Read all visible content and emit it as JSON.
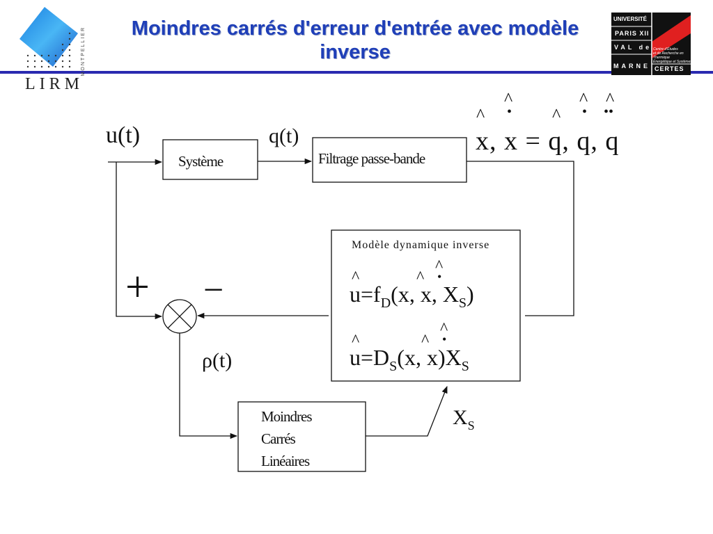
{
  "slide": {
    "title": "Moindres carrés d'erreur d'entrée avec modèle inverse"
  },
  "logos": {
    "lirm": {
      "name": "LIRM",
      "subtitle": "MONTPELLIER"
    },
    "university": {
      "lines": [
        "UNIVERSITÉ",
        "PARIS XII",
        "VAL de",
        "MARNE"
      ],
      "certes": "CERTES",
      "center_lines": [
        "Centre d'Études",
        "et de Recherche en Thermique",
        "Énergétique et Systèmes"
      ]
    }
  },
  "diagram": {
    "signals": {
      "input": "u(t)",
      "system_output": "q(t)",
      "estimates": "x, x = q, q, q",
      "error": "ρ(t)",
      "parameters": "X",
      "parameters_sub": "S"
    },
    "blocks": {
      "systeme": "Système",
      "filtrage": "Filtrage passe-bande",
      "modele_title": "Modèle dynamique inverse",
      "moindres": [
        "Moindres",
        "Carrés",
        "Linéaires"
      ]
    },
    "equations": {
      "eq1": {
        "lhs": "u",
        "eq": "=",
        "f": "f",
        "f_sub": "D",
        "args": "(x, x, X",
        "x_sub": "S",
        "close": ")"
      },
      "eq2": {
        "lhs": "u",
        "eq": "=",
        "f": "D",
        "f_sub": "S",
        "args": "(x, x)X",
        "x_sub": "S"
      }
    },
    "summing_junction": {
      "plus": "+",
      "minus": "−"
    }
  },
  "colors": {
    "title": "#1f3fb8",
    "rule": "#2a2ab0",
    "line": "#111111"
  }
}
